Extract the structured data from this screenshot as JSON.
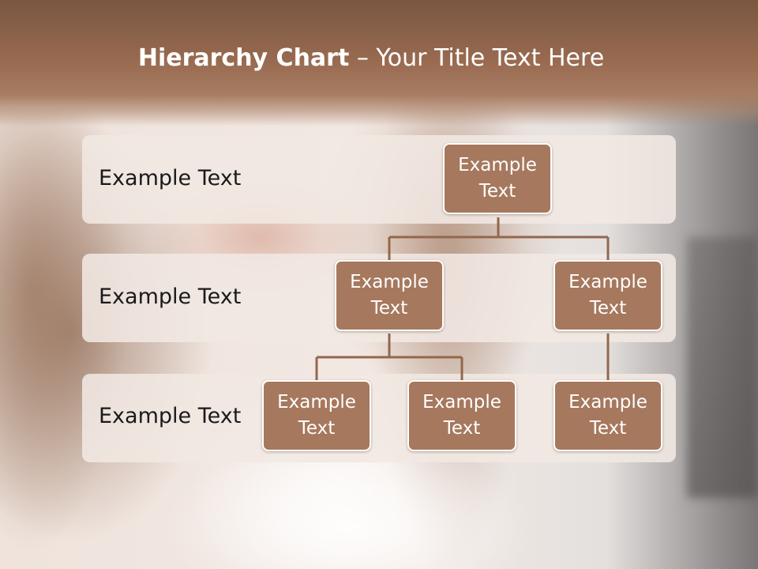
{
  "title": {
    "bold": "Hierarchy Chart",
    "rest": " – Your Title Text Here"
  },
  "colors": {
    "node_fill": "#a6785d",
    "connector": "#93674c",
    "band": "#f1e8e3",
    "header": "#8c5f46"
  },
  "levels": [
    {
      "label": "Example Text"
    },
    {
      "label": "Example Text"
    },
    {
      "label": "Example Text"
    }
  ],
  "nodes": {
    "root": "Example Text",
    "child_left": "Example Text",
    "child_right": "Example Text",
    "grandchild_1": "Example Text",
    "grandchild_2": "Example Text",
    "grandchild_3": "Example Text"
  }
}
